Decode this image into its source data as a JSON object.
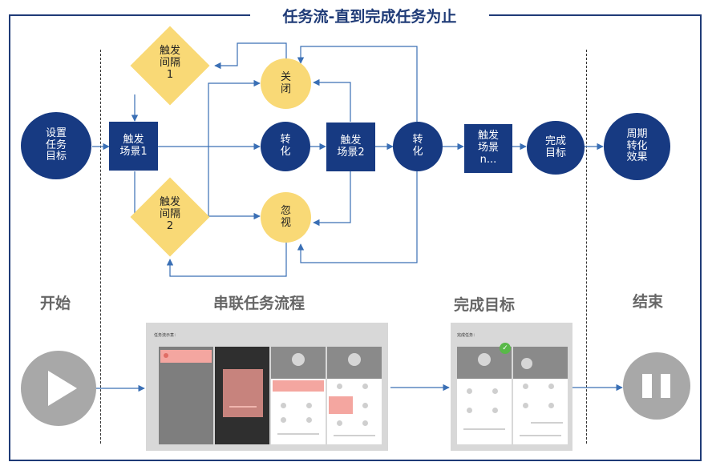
{
  "title": "任务流-直到完成任务为止",
  "nodes": {
    "goal_start": [
      "设置",
      "任务",
      "目标"
    ],
    "trigger1": [
      "触发",
      "场景1"
    ],
    "interval1": [
      "触发",
      "间隔",
      "1"
    ],
    "interval2": [
      "触发",
      "间隔",
      "2"
    ],
    "close": [
      "关",
      "闭"
    ],
    "convert1": [
      "转",
      "化"
    ],
    "ignore": [
      "忽",
      "视"
    ],
    "trigger2": [
      "触发",
      "场景2"
    ],
    "convert2": [
      "转",
      "化"
    ],
    "trigger_n": [
      "触发",
      "场景",
      "n..."
    ],
    "complete": [
      "完成",
      "目标"
    ],
    "cycle": [
      "周期",
      "转化",
      "效果"
    ]
  },
  "phases": {
    "start": "开始",
    "series": "串联任务流程",
    "complete": "完成目标",
    "end": "结束"
  },
  "screenshots": {
    "flow_caption": "任务流示意：",
    "complete_caption": "完成任务："
  },
  "colors": {
    "navy": "#173a82",
    "yellow": "#f9d976",
    "line": "#3a6fb5",
    "gray": "#a8a8a8",
    "pink": "#f4a6a0",
    "green": "#58b948"
  },
  "icons": {
    "start": "play-icon",
    "end": "pause-icon",
    "done": "check-icon"
  }
}
